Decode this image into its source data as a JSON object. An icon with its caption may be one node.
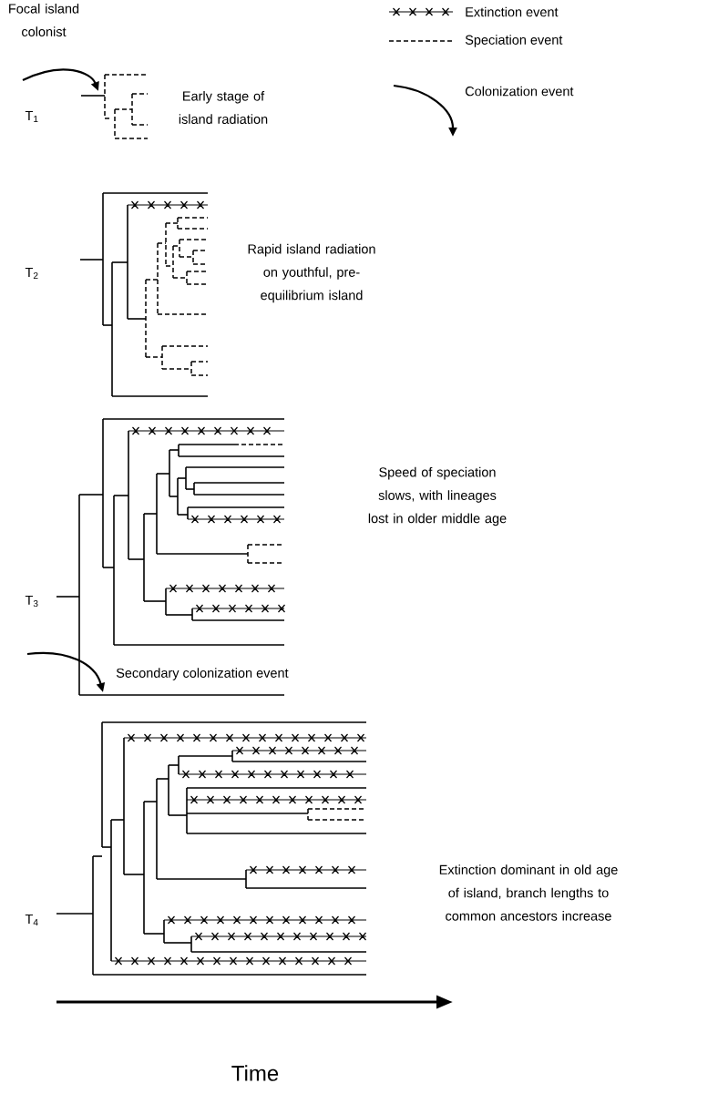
{
  "diagram": {
    "labels": [
      "Focal island colonist",
      "T$_{1}$",
      "Early stage of island radiation",
      "T$_{2}$",
      "Rapid island radiation on youthful, pre-equilibrium island",
      "T$_{3}$",
      "Speed of speciation slows, with lineages lost in older middle age",
      "Secondary colonization event",
      "T$_{4}$",
      "Extinction dominant in old age of island, branch lengths to common ancestors increase",
      "Time"
    ],
    "legend": [
      {
        "text": "Extinction event"
      },
      {
        "text": "Speciation event"
      },
      {
        "text": "Colonization event"
      }
    ]
  }
}
